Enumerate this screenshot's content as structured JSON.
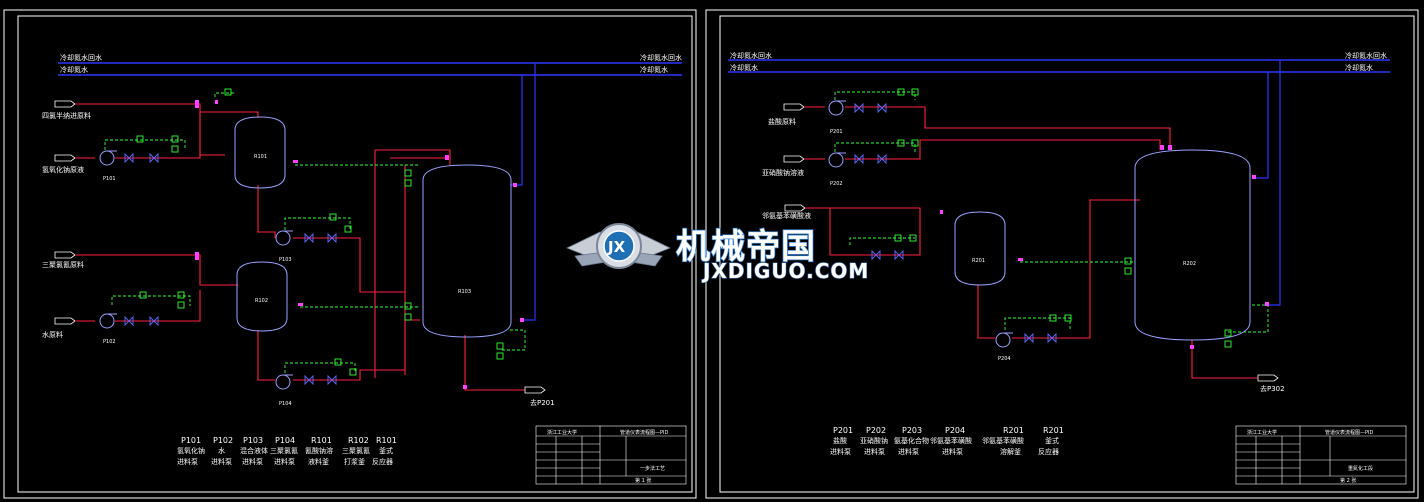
{
  "colors": {
    "background": "#000000",
    "frame": "#ffffff",
    "cooling_water": "#2a35ff",
    "process_line": "#ff2040",
    "instrument_signal": "#30ff30",
    "valve_accent": "#ff40ff",
    "equipment": "#9aa0ff"
  },
  "sheet1": {
    "utility_lines": {
      "return_left": "冷却氮水回水",
      "return_right": "冷却氮水回水",
      "supply_left": "冷却氮水",
      "supply_right": "冷却氮水"
    },
    "feed_labels": [
      "四氯半纳进原料",
      "氢氧化钠原液",
      "三聚氯氰原料",
      "水原料"
    ],
    "equipment_tags": [
      "R101",
      "R102",
      "R103",
      "P101",
      "P102",
      "P103",
      "P104"
    ],
    "outlet_label": "去P201",
    "legend": [
      {
        "tag": "P101",
        "desc1": "氢氧化钠",
        "desc2": "进料泵"
      },
      {
        "tag": "P102",
        "desc1": "水",
        "desc2": "进料泵"
      },
      {
        "tag": "P103",
        "desc1": "混合液体",
        "desc2": "进料泵"
      },
      {
        "tag": "P104",
        "desc1": "三聚氯氰",
        "desc2": "进料泵"
      },
      {
        "tag": "R101",
        "desc1": "氰酸钠溶",
        "desc2": "液料釜"
      },
      {
        "tag": "R102",
        "desc1": "三聚氯氰",
        "desc2": "打浆釜"
      },
      {
        "tag": "R101",
        "desc1": "釜式",
        "desc2": "反应器"
      }
    ],
    "title_block": {
      "school": "浙江工业大学",
      "drawing_title": "管道仪表流程图—PID",
      "project": "一步法工艺",
      "sheet": "第 1 张"
    }
  },
  "sheet2": {
    "utility_lines": {
      "return_left": "冷却氮水回水",
      "return_right": "冷却氮水回水",
      "supply_left": "冷却氮水",
      "supply_right": "冷却氮水"
    },
    "feed_labels": [
      "盐酸原料",
      "亚硝酸钠溶液",
      "邻氨基苯磺酸液"
    ],
    "equipment_tags": [
      "R201",
      "R202",
      "P201",
      "P202",
      "P204"
    ],
    "outlet_label": "去P302",
    "legend": [
      {
        "tag": "P201",
        "desc1": "盐酸",
        "desc2": "进料泵"
      },
      {
        "tag": "P202",
        "desc1": "亚硝酸钠",
        "desc2": "进料泵"
      },
      {
        "tag": "P203",
        "desc1": "氨基化合物",
        "desc2": "进料泵"
      },
      {
        "tag": "P204",
        "desc1": "邻氨基苯磺酸",
        "desc2": "进料泵"
      },
      {
        "tag": "R201",
        "desc1": "邻氨基苯磺酸",
        "desc2": "溶解釜"
      },
      {
        "tag": "R201",
        "desc1": "釜式",
        "desc2": "反应器"
      }
    ],
    "title_block": {
      "school": "浙江工业大学",
      "drawing_title": "管道仪表流程图—PID",
      "project": "重氮化工段",
      "sheet": "第 2 张"
    }
  },
  "watermark": {
    "logo_text": "JX",
    "chinese": "机械帝国",
    "english": "JXDIGUO.COM"
  }
}
